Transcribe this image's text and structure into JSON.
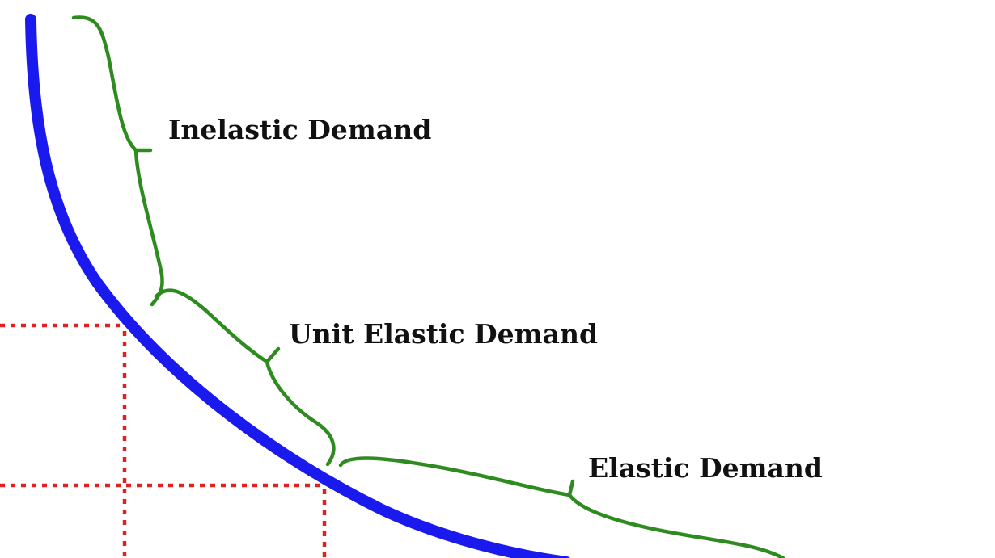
{
  "diagram": {
    "labels": {
      "inelastic": "Inelastic Demand",
      "unit_elastic": "Unit Elastic Demand",
      "elastic": "Elastic Demand"
    },
    "colors": {
      "demand_curve": "#1a1aef",
      "braces": "#2e8b1f",
      "guides": "#dd2222",
      "text": "#111111",
      "background": "#ffffff"
    }
  }
}
